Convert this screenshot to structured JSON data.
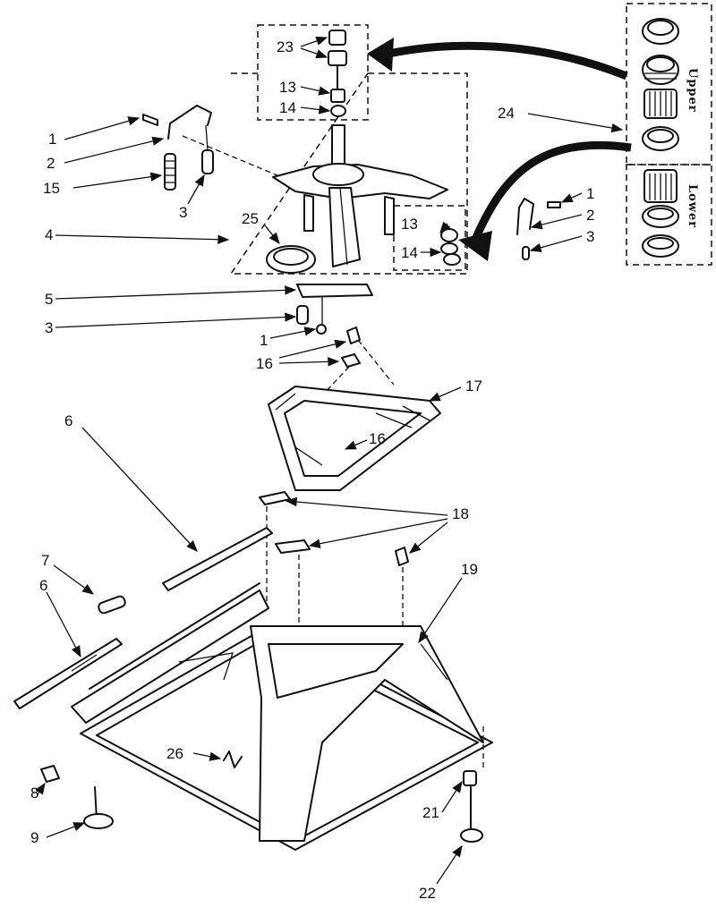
{
  "callouts": {
    "c1a": "1",
    "c1b": "1",
    "c1c": "1",
    "c2a": "2",
    "c2b": "2",
    "c3a": "3",
    "c3b": "3",
    "c3c": "3",
    "c4": "4",
    "c5": "5",
    "c6a": "6",
    "c6b": "6",
    "c7": "7",
    "c8": "8",
    "c9": "9",
    "c13a": "13",
    "c13b": "13",
    "c14a": "14",
    "c14b": "14",
    "c15": "15",
    "c16a": "16",
    "c16b": "16",
    "c17": "17",
    "c18": "18",
    "c19": "19",
    "c21": "21",
    "c22": "22",
    "c23": "23",
    "c24": "24",
    "c25": "25",
    "c26": "26"
  },
  "kit_labels": {
    "upper": "Upper",
    "lower": "Lower"
  }
}
